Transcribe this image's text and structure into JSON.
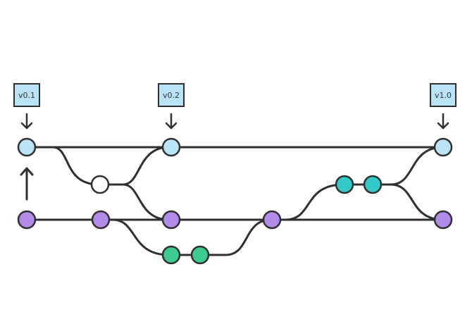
{
  "tags": [
    {
      "label": "v0.1"
    },
    {
      "label": "v0.2"
    },
    {
      "label": "v1.0"
    }
  ],
  "colors": {
    "line": "#2f2f2f",
    "tag_fill": "#b9e3f7",
    "master_commit": "#b9e3f7",
    "develop_commit": "#b48ae9",
    "feature_commit": "#3ecb8f",
    "release_commit": "#34c9c9",
    "hotfix_commit": "#ffffff"
  }
}
